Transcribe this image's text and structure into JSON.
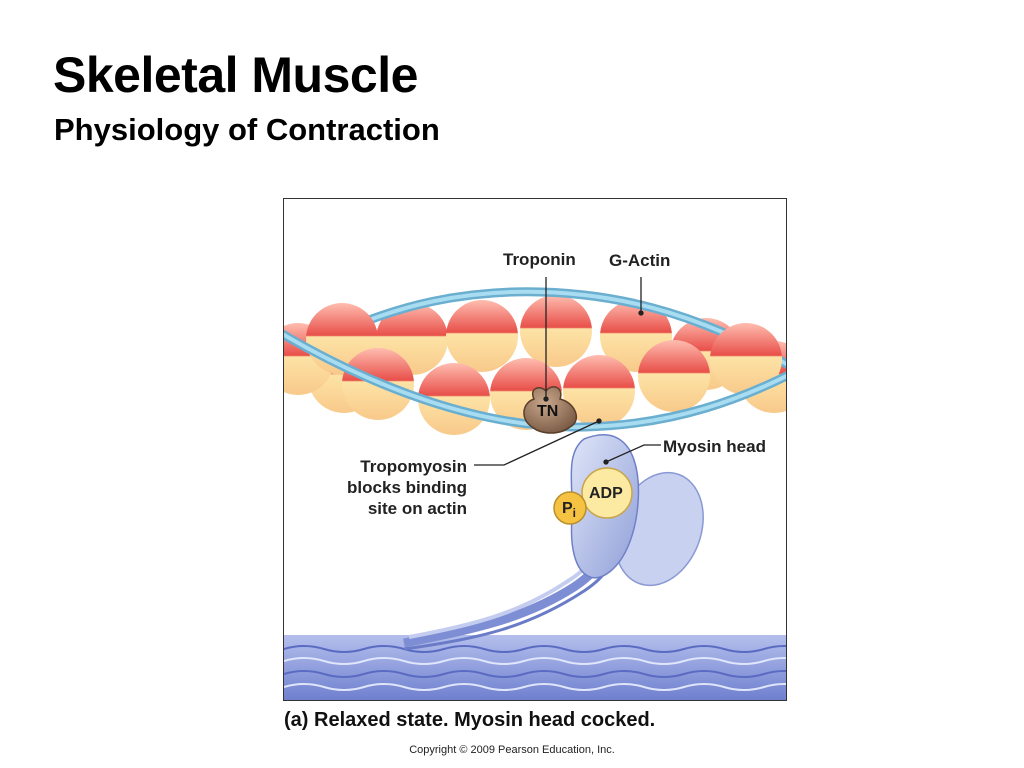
{
  "slide": {
    "title": "Skeletal Muscle",
    "subtitle": "Physiology of Contraction"
  },
  "diagram": {
    "labels": {
      "troponin": "Troponin",
      "g_actin": "G-Actin",
      "myosin_head": "Myosin head",
      "tropomyosin_line1": "Tropomyosin",
      "tropomyosin_line2": "blocks binding",
      "tropomyosin_line3": "site on actin",
      "tn": "TN",
      "adp": "ADP",
      "pi_main": "P",
      "pi_sub": "i"
    },
    "caption": "(a) Relaxed state. Myosin head cocked.",
    "copyright": "Copyright © 2009 Pearson Education, Inc.",
    "colors": {
      "actin_red": "#e8504a",
      "actin_cream": "#fde3a6",
      "tropomyosin": "#8ecbe6",
      "troponin": "#a08068",
      "myosin": "#a9b6e2",
      "adp": "#fdeaa2",
      "pi": "#f6c242",
      "thick_filament": "#7f8fd6"
    }
  }
}
